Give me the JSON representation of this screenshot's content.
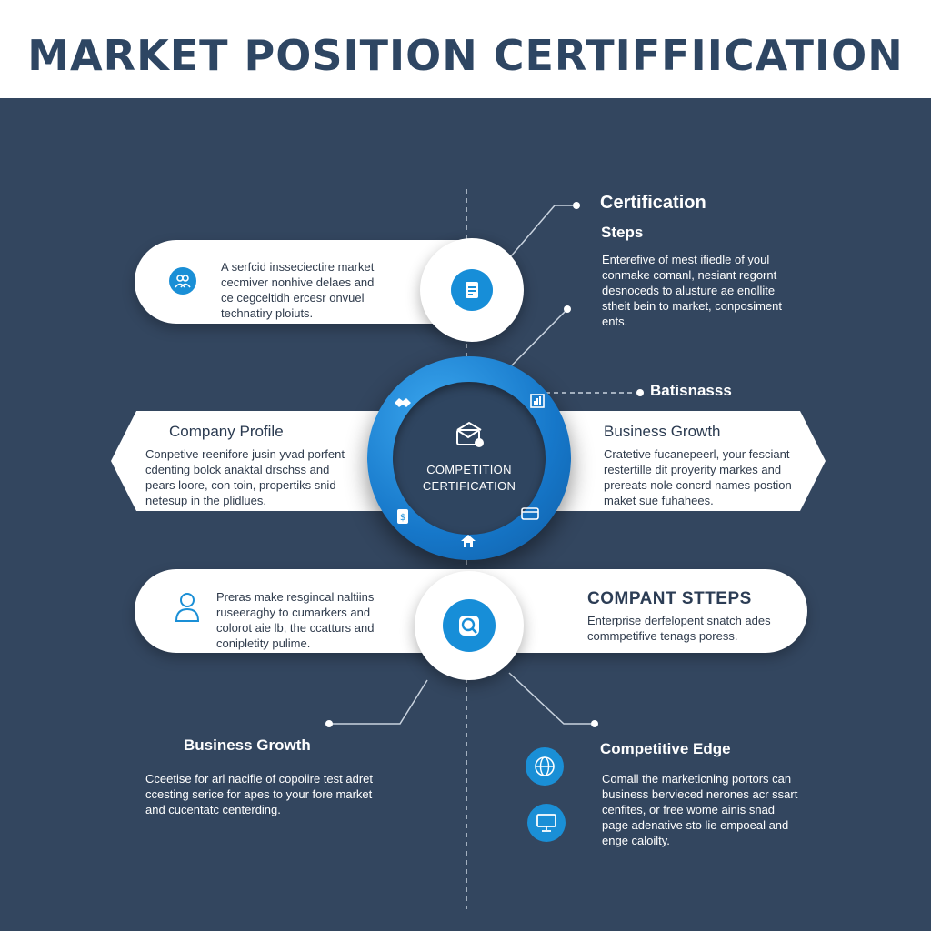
{
  "header": {
    "title": "MARKET POSITION CERTIFFIICATION"
  },
  "top_right": {
    "title": "Certification",
    "subtitle": "Steps",
    "text": [
      "Enterefive of mest ifiedle of youl",
      "conmake comanl, nesiant regornt",
      "desnoceds to alusture ae enollite",
      "stheit bein to market, conposiment",
      "ents."
    ]
  },
  "card_top": {
    "text": [
      "A serfcid insseciectire market",
      "cecmiver nonhive delaes and",
      "ce cegceltidh ercesr onvuel",
      "technatiry ploiuts."
    ]
  },
  "batisnasss": {
    "label": "Batisnasss"
  },
  "company_profile": {
    "title": "Company Profile",
    "text": [
      "Conpetive reenifore jusin yvad porfent",
      "cdenting bolck anaktal drschss and",
      "pears loore, con toin, propertiks snid",
      "netesup in the plidlues."
    ]
  },
  "business_growth_card": {
    "title": "Business Growth",
    "text": [
      "Cratetive fucanepeerl, your fesciant",
      "restertille dit proyerity markes and",
      "prereats nole concrd names postion",
      "maket sue fuhahees."
    ]
  },
  "hub": {
    "line1": "COMPETITION",
    "line2": "CERTIFICATION"
  },
  "card_lower": {
    "text": [
      "Preras make resgincal naltiins",
      "ruseeraghy to cumarkers and",
      "colorot aie lb, the ccatturs and",
      "conipletity pulime."
    ]
  },
  "compant_steps": {
    "title": "COMPANT STTEPS",
    "text": [
      "Enterprise derfelopent snatch ades",
      "commpetifive tenags poress."
    ]
  },
  "business_growth_bottom": {
    "title": "Business Growth",
    "text": [
      "Cceetise for arl nacifie of copoiire test adret",
      "ccesting serice for apes to your fore market",
      "and cucentatc centerding."
    ]
  },
  "competitive_edge": {
    "title": "Competitive Edge",
    "text": [
      "Comall the marketicning portors can",
      "business bervieced nerones acr ssart",
      "cenfites, or free wome ainis snad",
      "page adenative sto lie empoeal and",
      "enge caloilty."
    ]
  },
  "icons": {
    "people": "people-icon",
    "document": "document-icon",
    "handshake": "handshake-icon",
    "chart": "chart-icon",
    "envelope": "envelope-icon",
    "money": "money-icon",
    "card": "card-icon",
    "home": "home-icon",
    "user": "user-icon",
    "magnifier": "magnifier-icon",
    "globe": "globe-icon",
    "monitor": "monitor-icon"
  },
  "colors": {
    "background": "#33465f",
    "accent": "#1a8fd6",
    "title": "#2e4663"
  }
}
